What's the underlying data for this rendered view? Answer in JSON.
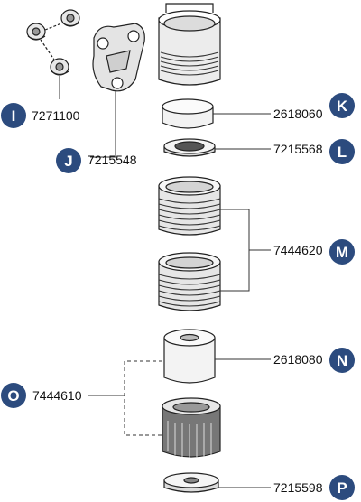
{
  "colors": {
    "badge": "#2c4b7e",
    "badge_text": "#ffffff",
    "line": "#333333",
    "text": "#111111"
  },
  "callouts": [
    {
      "letter": "I",
      "part": "7271100"
    },
    {
      "letter": "J",
      "part": "7215548"
    },
    {
      "letter": "K",
      "part": "2618060"
    },
    {
      "letter": "L",
      "part": "7215568"
    },
    {
      "letter": "M",
      "part": "7444620"
    },
    {
      "letter": "N",
      "part": "2618080"
    },
    {
      "letter": "O",
      "part": "7444610"
    },
    {
      "letter": "P",
      "part": "7215598"
    }
  ],
  "parts": [
    {
      "name": "suction-cups",
      "icon": "suction-cup-icon"
    },
    {
      "name": "mounting-bracket",
      "icon": "bracket-icon"
    },
    {
      "name": "top-basket",
      "icon": "basket-icon"
    },
    {
      "name": "foam-pad",
      "icon": "foam-icon"
    },
    {
      "name": "grill-ring",
      "icon": "ring-icon"
    },
    {
      "name": "filter-basket-upper",
      "icon": "basket-icon"
    },
    {
      "name": "filter-basket-lower",
      "icon": "basket-icon"
    },
    {
      "name": "sponge-cylinder",
      "icon": "sponge-icon"
    },
    {
      "name": "bottom-basket",
      "icon": "basket-icon"
    },
    {
      "name": "bottom-cap",
      "icon": "cap-icon"
    }
  ]
}
